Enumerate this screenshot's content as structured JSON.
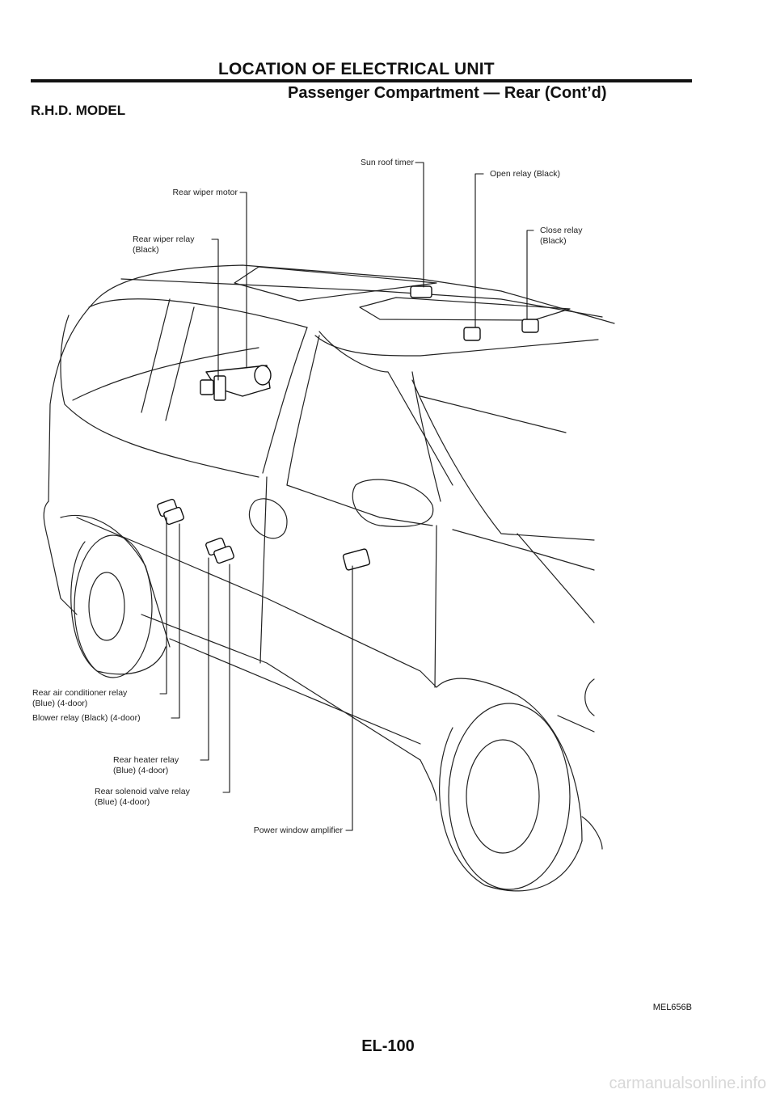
{
  "header": {
    "title": "LOCATION OF ELECTRICAL UNIT",
    "subtitle": "Passenger Compartment — Rear (Cont’d)"
  },
  "model_label": "R.H.D. MODEL",
  "callouts": {
    "sun_roof_timer": "Sun roof timer",
    "open_relay": "Open relay (Black)",
    "rear_wiper_motor": "Rear wiper motor",
    "close_relay_1": "Close relay",
    "close_relay_2": "(Black)",
    "rear_wiper_relay_1": "Rear wiper relay",
    "rear_wiper_relay_2": "(Black)",
    "rear_ac_relay_1": "Rear air conditioner relay",
    "rear_ac_relay_2": "(Blue) (4-door)",
    "blower_relay": "Blower relay (Black) (4-door)",
    "rear_heater_relay_1": "Rear heater relay",
    "rear_heater_relay_2": "(Blue) (4-door)",
    "rear_solenoid_1": "Rear solenoid valve relay",
    "rear_solenoid_2": "(Blue) (4-door)",
    "power_window_amp": "Power window amplifier"
  },
  "figure_code": "MEL656B",
  "page_number": "EL-100",
  "watermark": "carmanualsonline.info",
  "icons": [
    "relay-icon",
    "motor-icon"
  ]
}
